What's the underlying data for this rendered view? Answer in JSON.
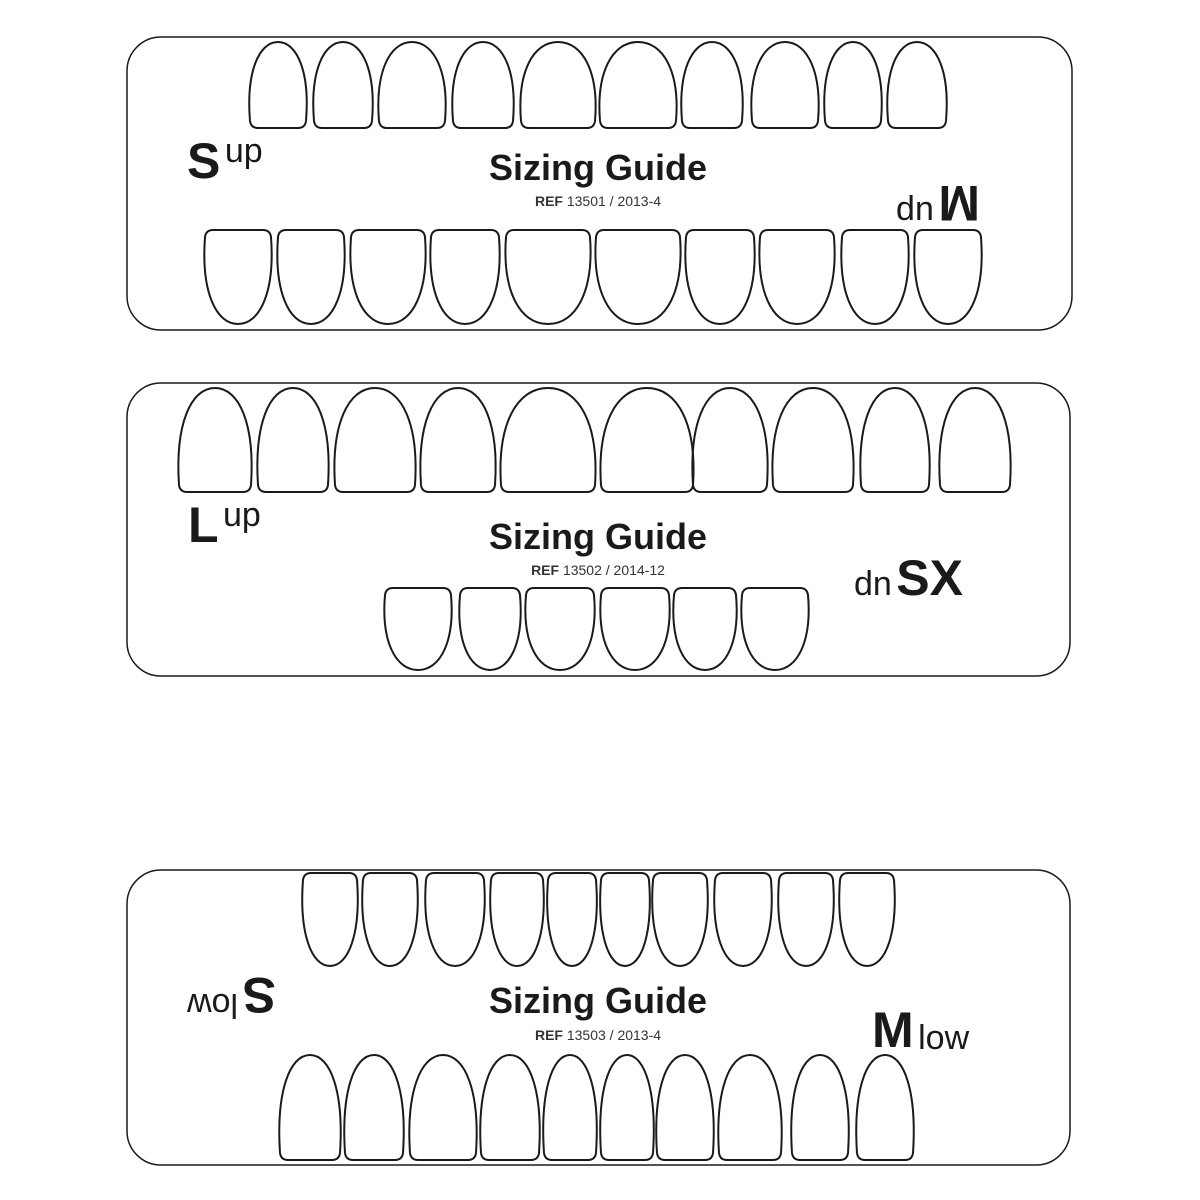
{
  "cards": [
    {
      "title": "Sizing Guide",
      "ref_label": "REF",
      "ref_code": "13501 / 2013-4",
      "left_size": "S",
      "left_word": "up",
      "right_size": "M",
      "right_word": "up"
    },
    {
      "title": "Sizing Guide",
      "ref_label": "REF",
      "ref_code": "13502 / 2014-12",
      "left_size": "L",
      "left_word": "up",
      "right_size": "SX",
      "right_word": "dn"
    },
    {
      "title": "Sizing Guide",
      "ref_label": "REF",
      "ref_code": "13503 / 2013-4",
      "left_size": "S",
      "left_word": "low",
      "right_size": "M",
      "right_word": "low"
    }
  ],
  "colors": {
    "outline": "#1a1a1a",
    "background": "#ffffff"
  }
}
